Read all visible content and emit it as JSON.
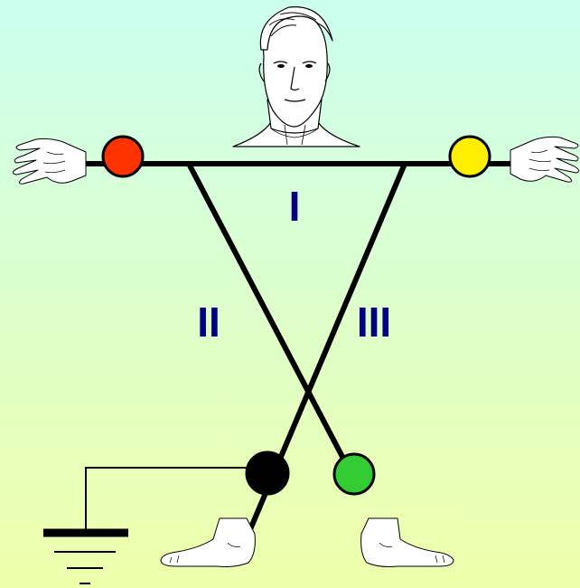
{
  "colors": {
    "background_top": "#ccfff0",
    "background_bottom": "#eeffaa",
    "label": "#000080",
    "wire": "#000000",
    "electrode_right_arm": "#ff3300",
    "electrode_left_arm": "#ffee00",
    "electrode_right_leg": "#000000",
    "electrode_left_leg": "#33cc33"
  },
  "leads": {
    "lead_1": "I",
    "lead_2": "II",
    "lead_3": "III"
  },
  "electrodes": [
    {
      "name": "right-arm-electrode",
      "color": "red"
    },
    {
      "name": "left-arm-electrode",
      "color": "yellow"
    },
    {
      "name": "right-leg-ground-electrode",
      "color": "black"
    },
    {
      "name": "left-leg-electrode",
      "color": "green"
    }
  ],
  "icons": [
    "head-icon",
    "right-hand-icon",
    "left-hand-icon",
    "right-foot-icon",
    "left-foot-icon",
    "ground-symbol-icon"
  ]
}
